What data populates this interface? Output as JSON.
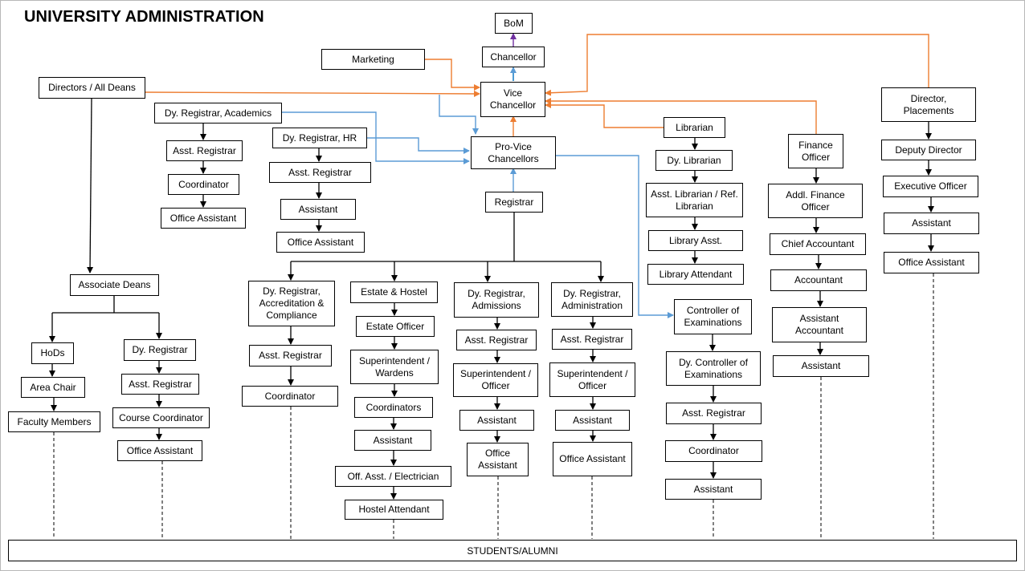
{
  "title": "UNIVERSITY ADMINISTRATION",
  "colors": {
    "orange": "#ED7D31",
    "blue": "#5B9BD5",
    "purple": "#7030A0",
    "black": "#000000"
  },
  "nodes": {
    "bom": "BoM",
    "chancellor": "Chancellor",
    "marketing": "Marketing",
    "vc": "Vice Chancellor",
    "directors": "Directors / All Deans",
    "dr_acad": "Dy. Registrar, Academics",
    "dr_hr": "Dy. Registrar, HR",
    "pvc": "Pro-Vice Chancellors",
    "librarian": "Librarian",
    "fin_off": "Finance Officer",
    "dir_place": "Director, Placements",
    "ar_acad": "Asst. Registrar",
    "coord_acad": "Coordinator",
    "oa_acad": "Office Assistant",
    "ar_hr": "Asst. Registrar",
    "asst_hr": "Assistant",
    "oa_hr": "Office Assistant",
    "registrar": "Registrar",
    "dy_lib": "Dy. Librarian",
    "asst_lib": "Asst. Librarian / Ref. Librarian",
    "lib_asst": "Library Asst.",
    "lib_att": "Library Attendant",
    "addl_fin": "Addl. Finance Officer",
    "chief_acc": "Chief Accountant",
    "accountant": "Accountant",
    "asst_acc": "Assistant Accountant",
    "asst_fin": "Assistant",
    "deputy_dir": "Deputy Director",
    "exec_off": "Executive Officer",
    "asst_place": "Assistant",
    "oa_place": "Office Assistant",
    "assoc_deans": "Associate Deans",
    "hods": "HoDs",
    "area_chair": "Area Chair",
    "faculty": "Faculty Members",
    "dr_ad": "Dy. Registrar",
    "ar_ad": "Asst. Registrar",
    "course_coord": "Course Coordinator",
    "oa_ad": "Office Assistant",
    "dr_accr": "Dy. Registrar, Accreditation & Compliance",
    "ar_accr": "Asst. Registrar",
    "coord_accr": "Coordinator",
    "estate": "Estate & Hostel",
    "estate_off": "Estate Officer",
    "supt_wardens": "Superintendent / Wardens",
    "coords_estate": "Coordinators",
    "asst_estate": "Assistant",
    "off_elec": "Off. Asst. / Electrician",
    "hostel_att": "Hostel Attendant",
    "dr_adm": "Dy. Registrar, Admissions",
    "ar_adm": "Asst. Registrar",
    "supt_adm": "Superintendent / Officer",
    "asst_adm": "Assistant",
    "oa_adm": "Office Assistant",
    "dr_admin": "Dy. Registrar, Administration",
    "ar_admin": "Asst. Registrar",
    "supt_admin": "Superintendent / Officer",
    "asst_admin": "Assistant",
    "oa_admin": "Office Assistant",
    "coe": "Controller of Examinations",
    "dy_coe": "Dy. Controller of Examinations",
    "ar_coe": "Asst. Registrar",
    "coord_coe": "Coordinator",
    "asst_coe": "Assistant"
  },
  "footer": "STUDENTS/ALUMNI"
}
